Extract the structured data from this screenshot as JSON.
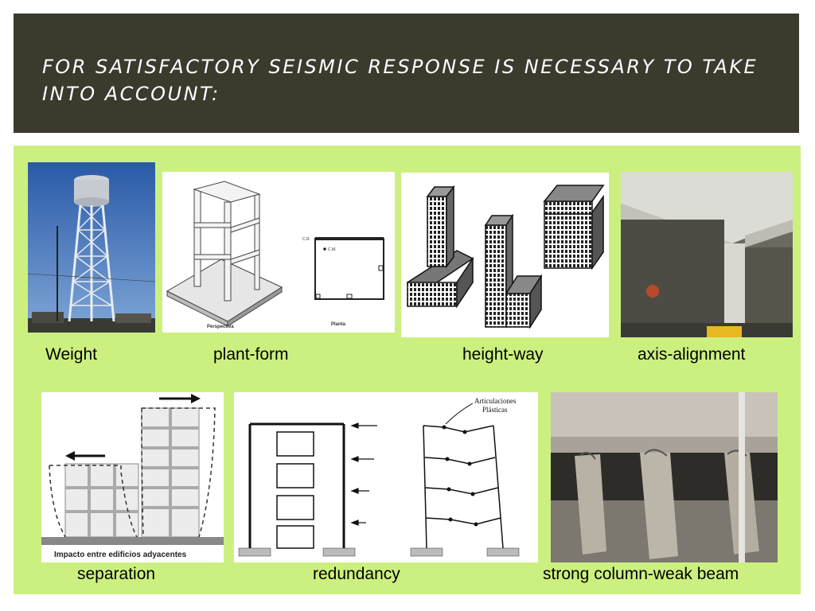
{
  "slide": {
    "title": "FOR SATISFACTORY SEISMIC RESPONSE IS NECESSARY TO TAKE INTO ACCOUNT:"
  },
  "captions": {
    "weight": "Weight",
    "plant_form": "plant-form",
    "height_way": "height-way",
    "axis_alignment": "axis-alignment",
    "separation": "separation",
    "redundancy": "redundancy",
    "strong_column": "strong column-weak beam"
  },
  "figures": {
    "plant_form": {
      "perspectiva": "Perspectiva",
      "planta": "Planta",
      "cr": "C.R.",
      "cm": "C.M."
    },
    "separation": {
      "impacto": "Impacto entre edificios adyacentes"
    },
    "redundancy": {
      "articulaciones": "Articulaciones",
      "plasticas": "Plásticas"
    }
  },
  "colors": {
    "title_bar": "#3c3a2d",
    "content_bg": "#ccf080"
  }
}
